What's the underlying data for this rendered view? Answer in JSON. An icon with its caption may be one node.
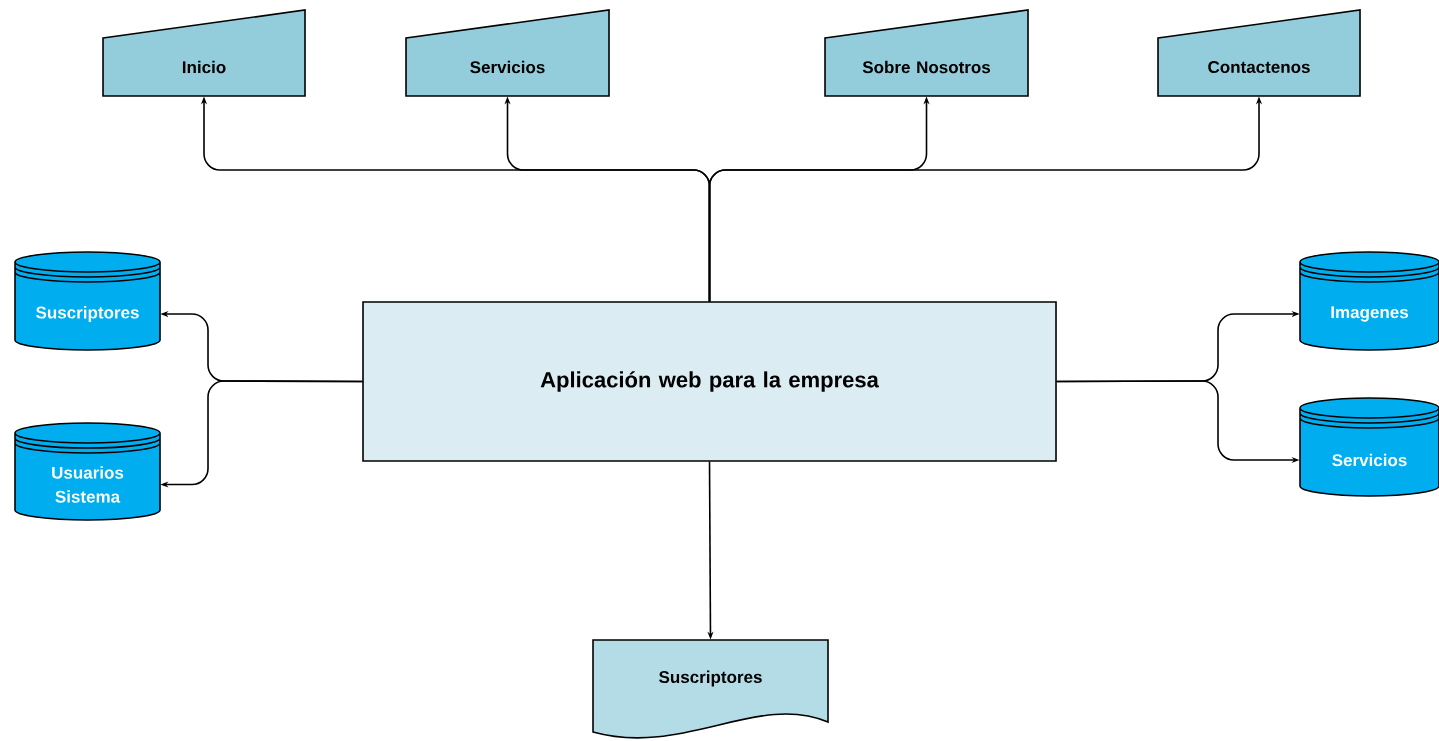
{
  "diagram": {
    "nodes": [
      {
        "text": [
          "Inicio"
        ]
      },
      {
        "text": [
          "Servicios"
        ]
      },
      {
        "text": [
          "Sobre Nosotros"
        ]
      },
      {
        "text": [
          "Contactenos"
        ]
      },
      {
        "text": [
          "Aplicación web para la empresa"
        ]
      },
      {
        "text": [
          "Suscriptores"
        ]
      },
      {
        "text": [
          "Usuarios Sistema"
        ]
      },
      {
        "text": [
          "Imagenes"
        ]
      },
      {
        "text": [
          "Servicios"
        ]
      },
      {
        "text": [
          "Suscriptores"
        ]
      }
    ],
    "edges": [
      {
        "from": 4,
        "to": 0,
        "arrow": "to"
      },
      {
        "from": 4,
        "to": 1,
        "arrow": "to"
      },
      {
        "from": 4,
        "to": 2,
        "arrow": "to"
      },
      {
        "from": 4,
        "to": 3,
        "arrow": "to"
      },
      {
        "from": 4,
        "to": 5,
        "arrow": "to"
      },
      {
        "from": 4,
        "to": 6,
        "arrow": "to"
      },
      {
        "from": 4,
        "to": 7,
        "arrow": "to"
      },
      {
        "from": 4,
        "to": 8,
        "arrow": "to"
      },
      {
        "from": 4,
        "to": 9,
        "arrow": "to"
      }
    ]
  }
}
